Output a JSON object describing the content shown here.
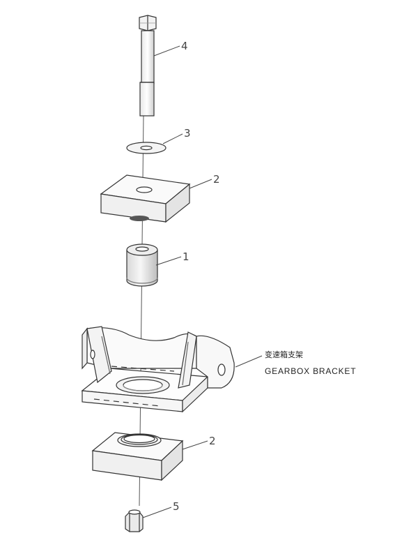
{
  "callouts": {
    "bolt": "4",
    "washer": "3",
    "pad_upper": "2",
    "sleeve": "1",
    "pad_lower": "2",
    "nut": "5"
  },
  "bracket": {
    "label_cn": "变速箱支架",
    "label_en": "GEARBOX BRACKET"
  }
}
